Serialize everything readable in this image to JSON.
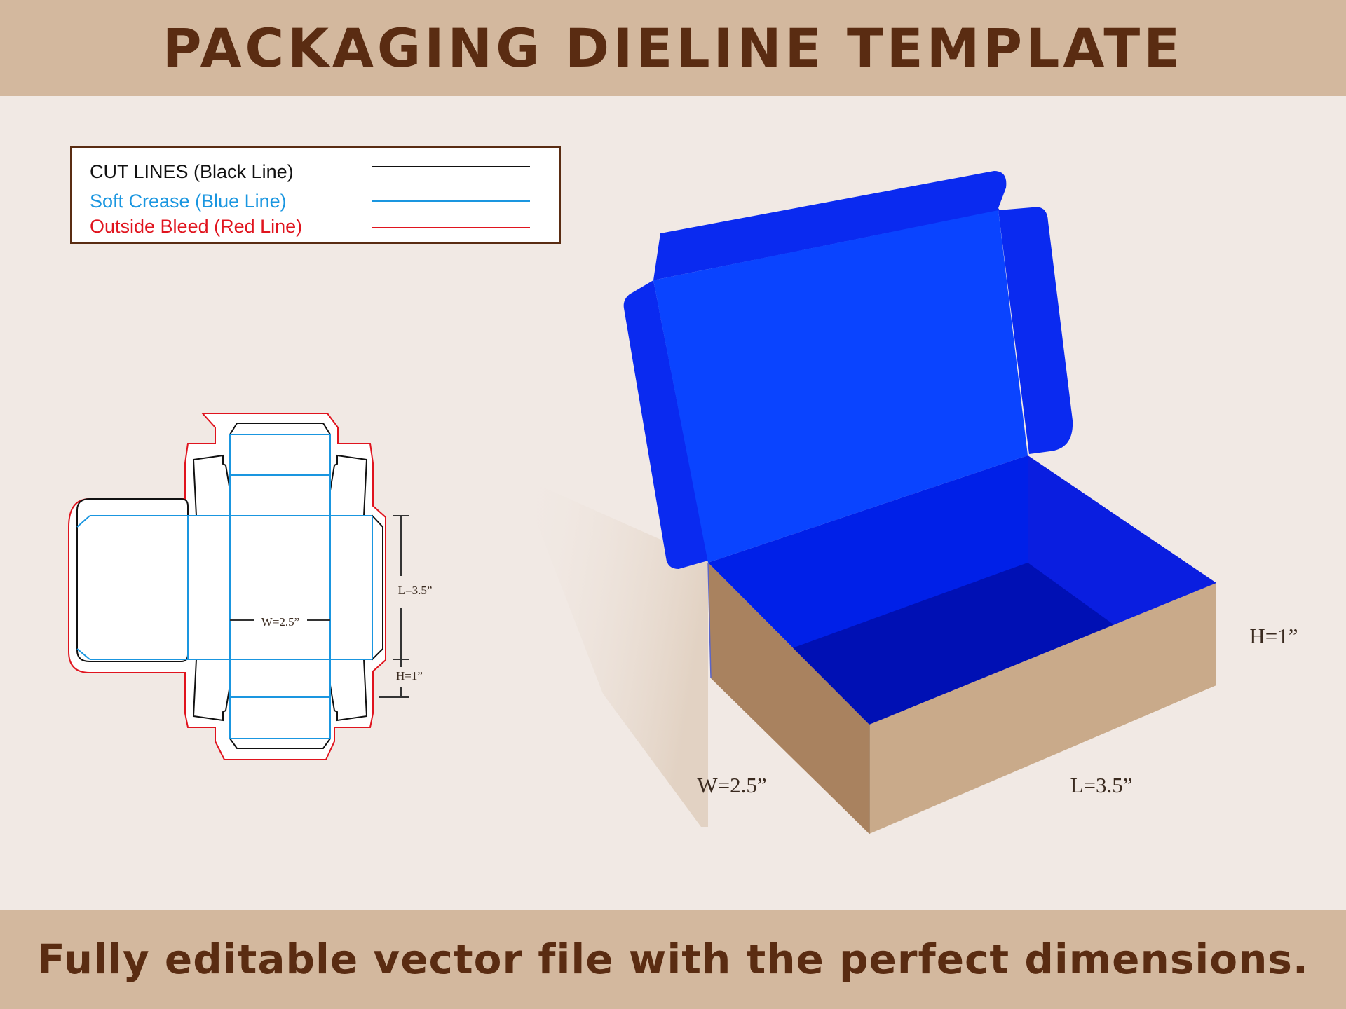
{
  "header": {
    "title": "PACKAGING DIELINE TEMPLATE"
  },
  "legend": {
    "items": [
      {
        "label": "CUT LINES (Black Line)",
        "color": "#111111"
      },
      {
        "label": "Soft Crease (Blue Line)",
        "color": "#1a96e0"
      },
      {
        "label": "Outside Bleed (Red Line)",
        "color": "#e0141e"
      }
    ]
  },
  "dieline": {
    "width_label": "W=2.5”",
    "length_label": "L=3.5”",
    "height_label": "H=1”"
  },
  "box_3d": {
    "width_label": "W=2.5”",
    "length_label": "L=3.5”",
    "height_label": "H=1”",
    "colors": {
      "inner_lid": "#0a3cff",
      "kraft_side": "#c9aa8a",
      "kraft_front": "#a9825f"
    }
  },
  "footer": {
    "text": "Fully editable vector file with the perfect dimensions."
  }
}
